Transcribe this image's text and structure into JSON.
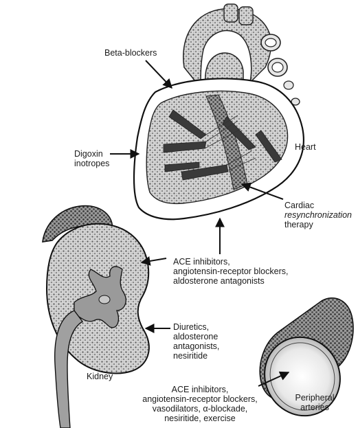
{
  "labels": {
    "beta_blockers": "Beta-blockers",
    "digoxin": [
      "Digoxin",
      "inotropes"
    ],
    "heart": "Heart",
    "crt": [
      "Cardiac",
      "resynchronization",
      "therapy"
    ],
    "ace_kidney": [
      "ACE inhibitors,",
      "angiotensin-receptor blockers,",
      "aldosterone antagonists"
    ],
    "diuretics": [
      "Diuretics,",
      "aldosterone",
      "antagonists,",
      "nesiritide"
    ],
    "kidney": "Kidney",
    "peripheral": [
      "Peripheral",
      "arteries"
    ],
    "ace_arteries": [
      "ACE inhibitors,",
      "angiotensin-receptor blockers,",
      "vasodilators, α-blockade,",
      "nesiritide, exercise"
    ]
  }
}
